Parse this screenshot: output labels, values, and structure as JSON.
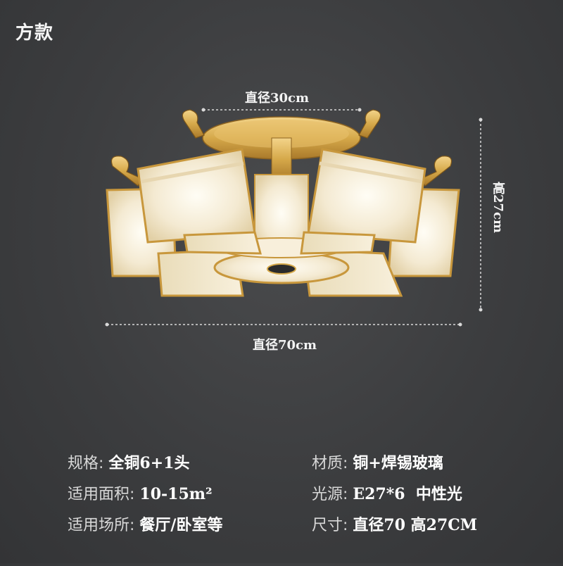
{
  "title": "方款",
  "dimensions": {
    "top": "直径30cm",
    "bottom": "直径70cm",
    "right": "高27cm"
  },
  "specs": [
    {
      "label": "规格: ",
      "value": "全铜6+1头"
    },
    {
      "label": "适用面积: ",
      "value": "10-15m²"
    },
    {
      "label": "适用场所: ",
      "value": "餐厅/卧室等"
    },
    {
      "label": "材质: ",
      "value": "铜+焊锡玻璃"
    },
    {
      "label": "光源: ",
      "value": "E27*6  中性光"
    },
    {
      "label": "尺寸: ",
      "value": "直径70 高27CM"
    }
  ],
  "colors": {
    "background": "#3c3d3f",
    "brass": "#d6a94a",
    "glass": "#f4ecd8"
  }
}
